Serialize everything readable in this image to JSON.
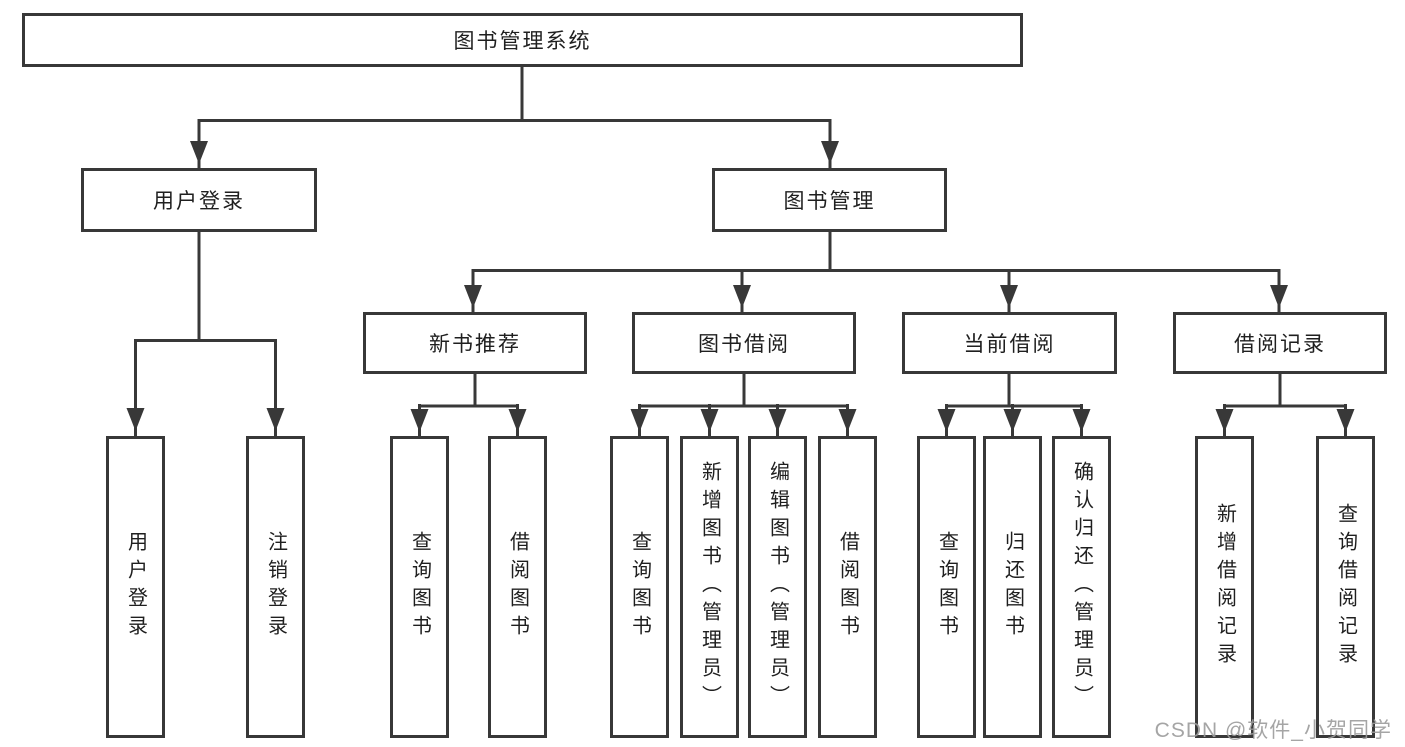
{
  "colors": {
    "line": "#383838",
    "box_border": "#383838",
    "box_fill": "#ffffff",
    "text": "#1f1f1f",
    "watermark": "#9c9c9c",
    "background": "#ffffff"
  },
  "tree": {
    "root": {
      "label": "图书管理系统"
    },
    "branches": [
      {
        "label": "用户登录",
        "children": [
          {
            "label": "用户登录"
          },
          {
            "label": "注销登录"
          }
        ]
      },
      {
        "label": "图书管理",
        "children": [
          {
            "label": "新书推荐",
            "children": [
              {
                "label": "查询图书"
              },
              {
                "label": "借阅图书"
              }
            ]
          },
          {
            "label": "图书借阅",
            "children": [
              {
                "label": "查询图书"
              },
              {
                "label": "新增图书（管理员）"
              },
              {
                "label": "编辑图书（管理员）"
              },
              {
                "label": "借阅图书"
              }
            ]
          },
          {
            "label": "当前借阅",
            "children": [
              {
                "label": "查询图书"
              },
              {
                "label": "归还图书"
              },
              {
                "label": "确认归还（管理员）"
              }
            ]
          },
          {
            "label": "借阅记录",
            "children": [
              {
                "label": "新增借阅记录"
              },
              {
                "label": "查询借阅记录"
              }
            ]
          }
        ]
      }
    ]
  },
  "watermark": {
    "text": "CSDN @软件_小贺同学"
  }
}
